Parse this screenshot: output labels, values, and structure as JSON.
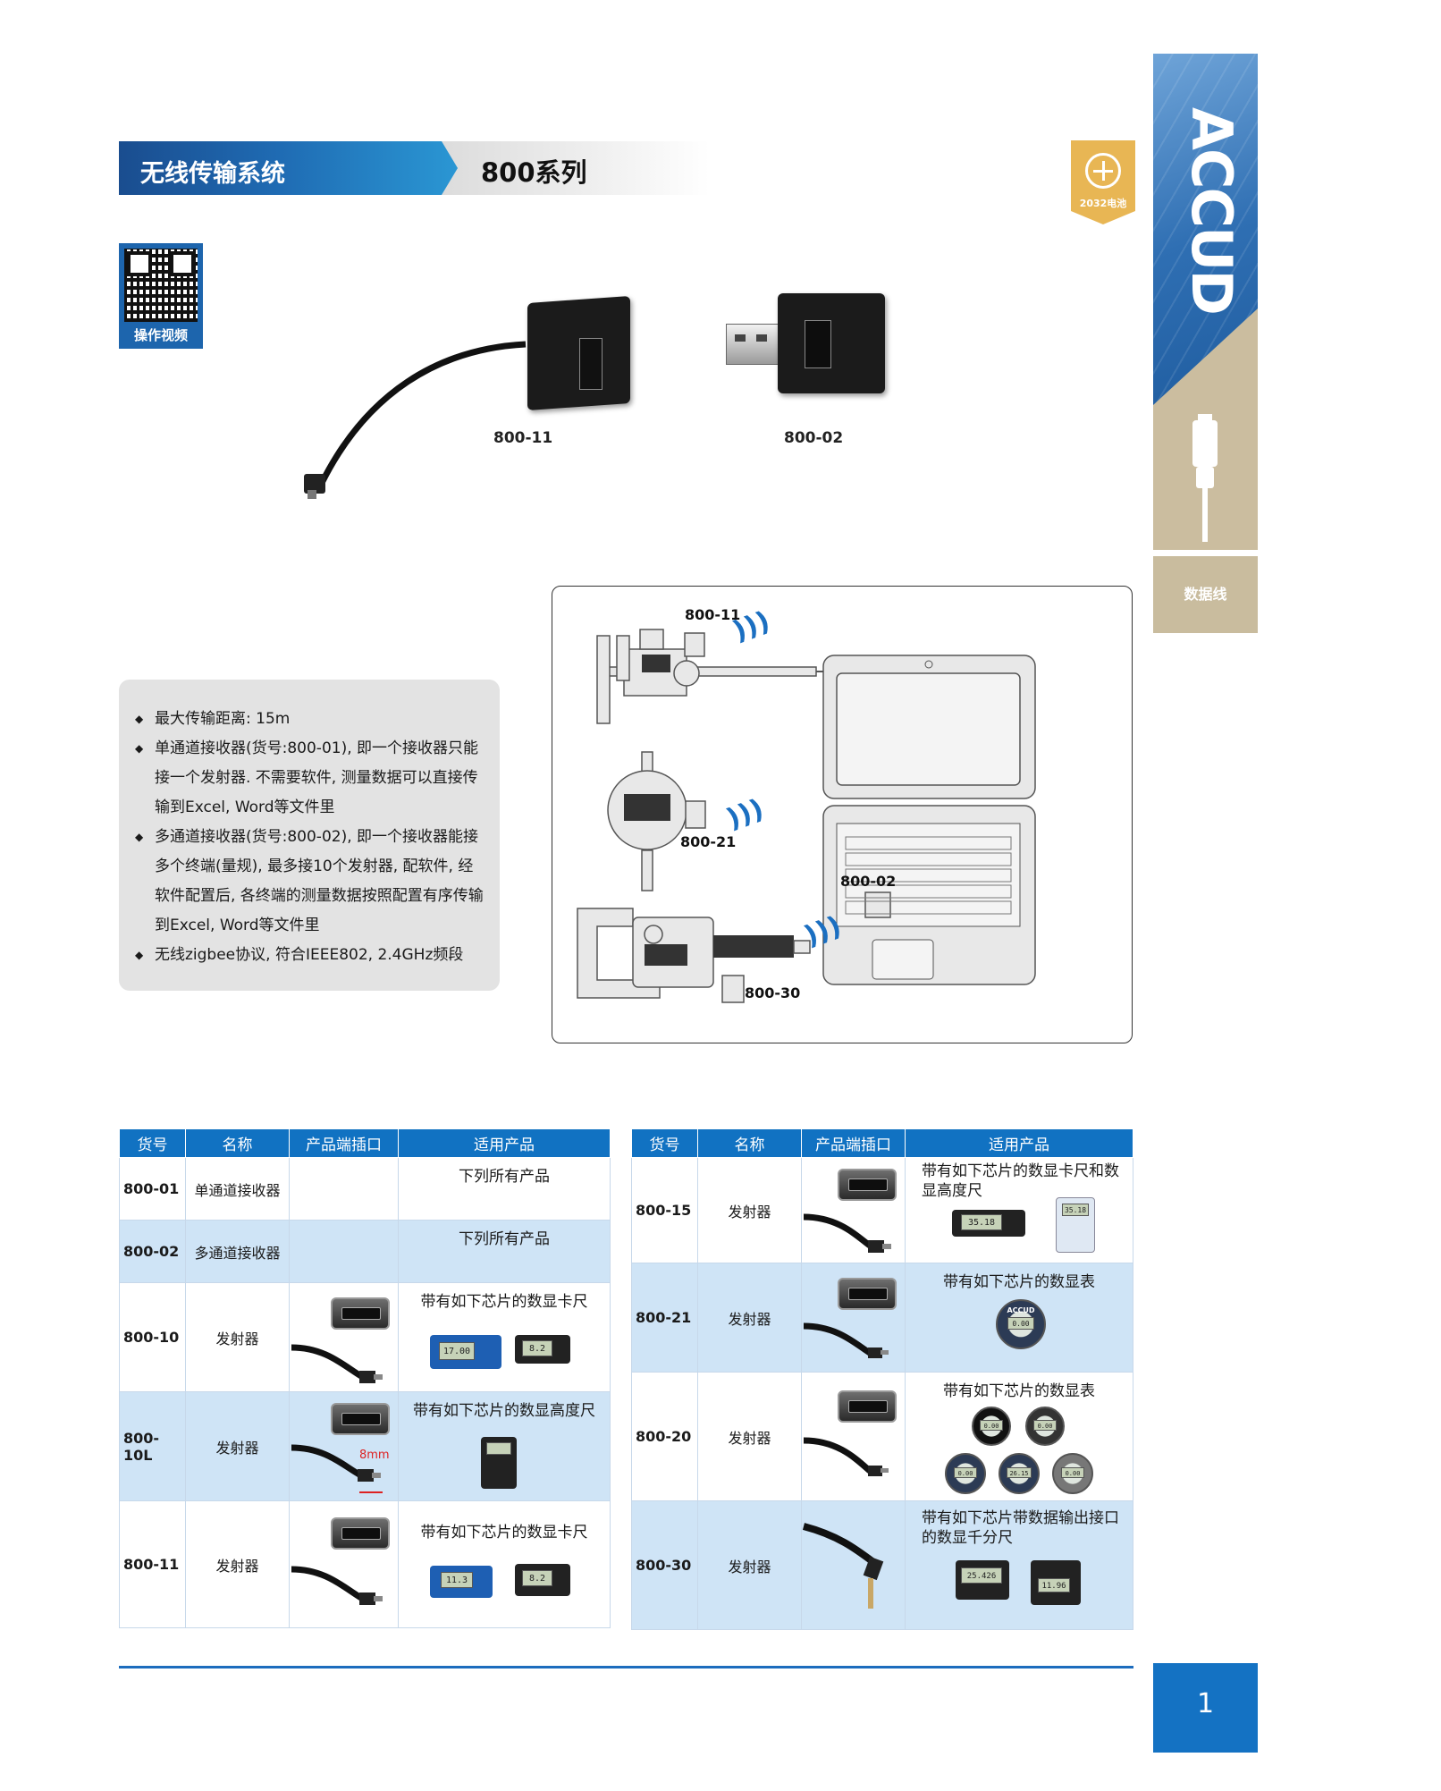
{
  "header": {
    "section_title": "无线传输系统",
    "series_title": "800系列"
  },
  "badge": {
    "label": "2032电池"
  },
  "sidebar": {
    "brand": "ACCUD",
    "category": "数据线"
  },
  "qr": {
    "label": "操作视频"
  },
  "products_photo": [
    {
      "code": "800-11"
    },
    {
      "code": "800-02"
    }
  ],
  "features": [
    "最大传输距离: 15m",
    "单通道接收器(货号:800-01), 即一个接收器只能接一个发射器. 不需要软件, 测量数据可以直接传输到Excel, Word等文件里",
    "多通道接收器(货号:800-02), 即一个接收器能接多个终端(量规), 最多接10个发射器, 配软件, 经软件配置后, 各终端的测量数据按照配置有序传输到Excel, Word等文件里",
    "无线zigbee协议, 符合IEEE802, 2.4GHz频段"
  ],
  "diagram": {
    "labels": [
      "800-11",
      "800-21",
      "800-30",
      "800-02"
    ]
  },
  "table": {
    "headers": [
      "货号",
      "名称",
      "产品端插口",
      "适用产品"
    ],
    "left_rows": [
      {
        "code": "800-01",
        "name": "单通道接收器",
        "applies": "下列所有产品"
      },
      {
        "code": "800-02",
        "name": "多通道接收器",
        "applies": "下列所有产品"
      },
      {
        "code": "800-10",
        "name": "发射器",
        "applies": "带有如下芯片的数显卡尺",
        "screens": [
          "17.00",
          "8.2"
        ]
      },
      {
        "code": "800-10L",
        "name": "发射器",
        "applies": "带有如下芯片的数显高度尺",
        "note": "8mm"
      },
      {
        "code": "800-11",
        "name": "发射器",
        "applies": "带有如下芯片的数显卡尺",
        "screens": [
          "11.3",
          "8.2"
        ]
      }
    ],
    "right_rows": [
      {
        "code": "800-15",
        "name": "发射器",
        "applies": "带有如下芯片的数显卡尺和数显高度尺",
        "screens": [
          "35.18",
          "35.18"
        ]
      },
      {
        "code": "800-21",
        "name": "发射器",
        "applies": "带有如下芯片的数显表",
        "brand": "ACCUD",
        "screens": [
          "0.00"
        ]
      },
      {
        "code": "800-20",
        "name": "发射器",
        "applies": "带有如下芯片的数显表",
        "screens": [
          "0.00",
          "0.00",
          "0.00",
          "26.15",
          "0.00"
        ]
      },
      {
        "code": "800-30",
        "name": "发射器",
        "applies": "带有如下芯片带数据输出接口的数显千分尺",
        "screens": [
          "25.426",
          "11.96"
        ]
      }
    ]
  },
  "page_number": "1"
}
